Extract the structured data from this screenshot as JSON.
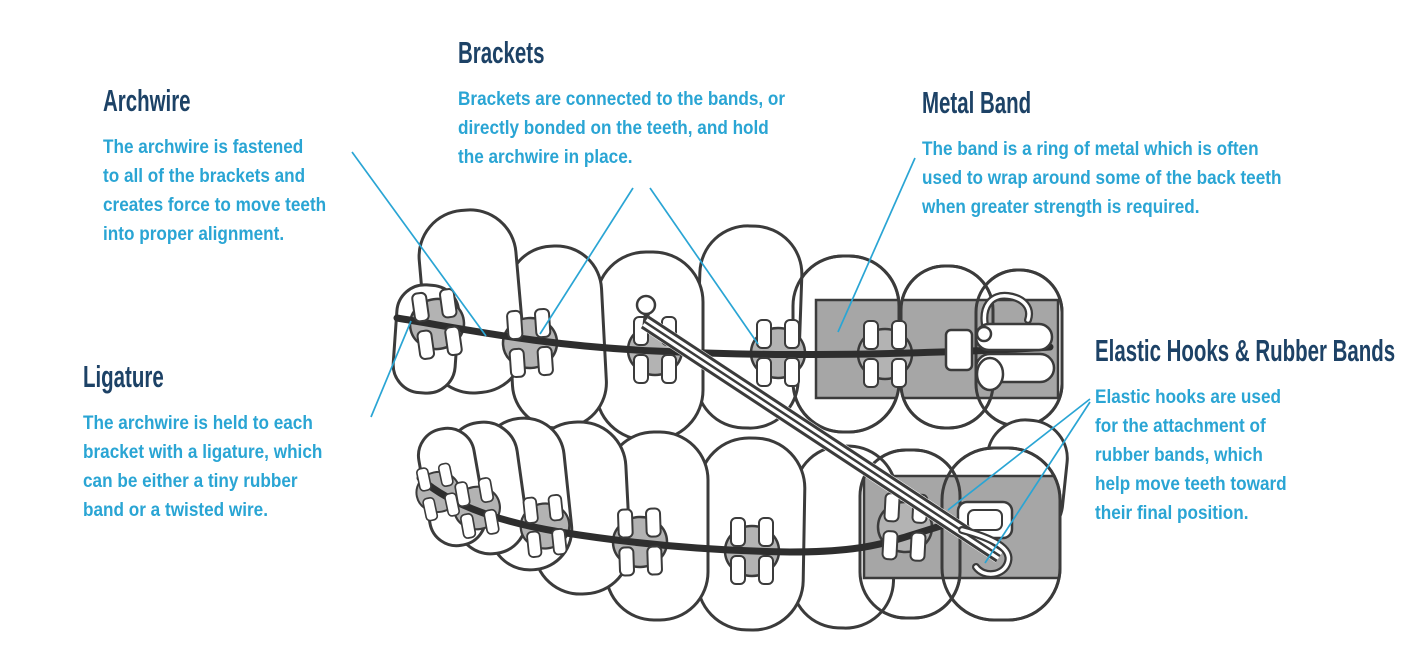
{
  "title": "Parts of braces diagram",
  "colors": {
    "background": "#ffffff",
    "heading_navy": "#1d4266",
    "body_blue": "#2aa5d4",
    "leader_line": "#2aa5d4",
    "outline_dark": "#3b3b3b",
    "archwire_dark": "#2e2e2e",
    "metal_band_gray": "#a6a6a6",
    "bracket_gray": "#b3b3b3"
  },
  "labels": {
    "archwire": {
      "heading": "Archwire",
      "body": "The archwire is fastened\nto all of the brackets and\ncreates force to move teeth\ninto proper alignment."
    },
    "brackets": {
      "heading": "Brackets",
      "body": "Brackets are connected to the bands, or\ndirectly bonded on the teeth, and hold\nthe archwire in place."
    },
    "metal_band": {
      "heading": "Metal Band",
      "body": "The band is a ring of metal which is often\nused to wrap around some of the back teeth\nwhen greater strength is required."
    },
    "ligature": {
      "heading": "Ligature",
      "body": "The archwire is held to each\nbracket with a ligature, which\ncan be either a tiny rubber\nband or a twisted wire."
    },
    "elastic_hooks": {
      "heading": "Elastic Hooks & Rubber Bands",
      "body": "Elastic hooks are used\nfor the attachment of\nrubber bands, which\nhelp move teeth toward\ntheir final position."
    }
  },
  "illustration": {
    "description": "Side view of upper and lower teeth wearing braces: archwire through brackets, gray metal bands on back molars, elastic hook pin on an upper tooth and a rubber band stretched to a hook on the lower molar band"
  }
}
